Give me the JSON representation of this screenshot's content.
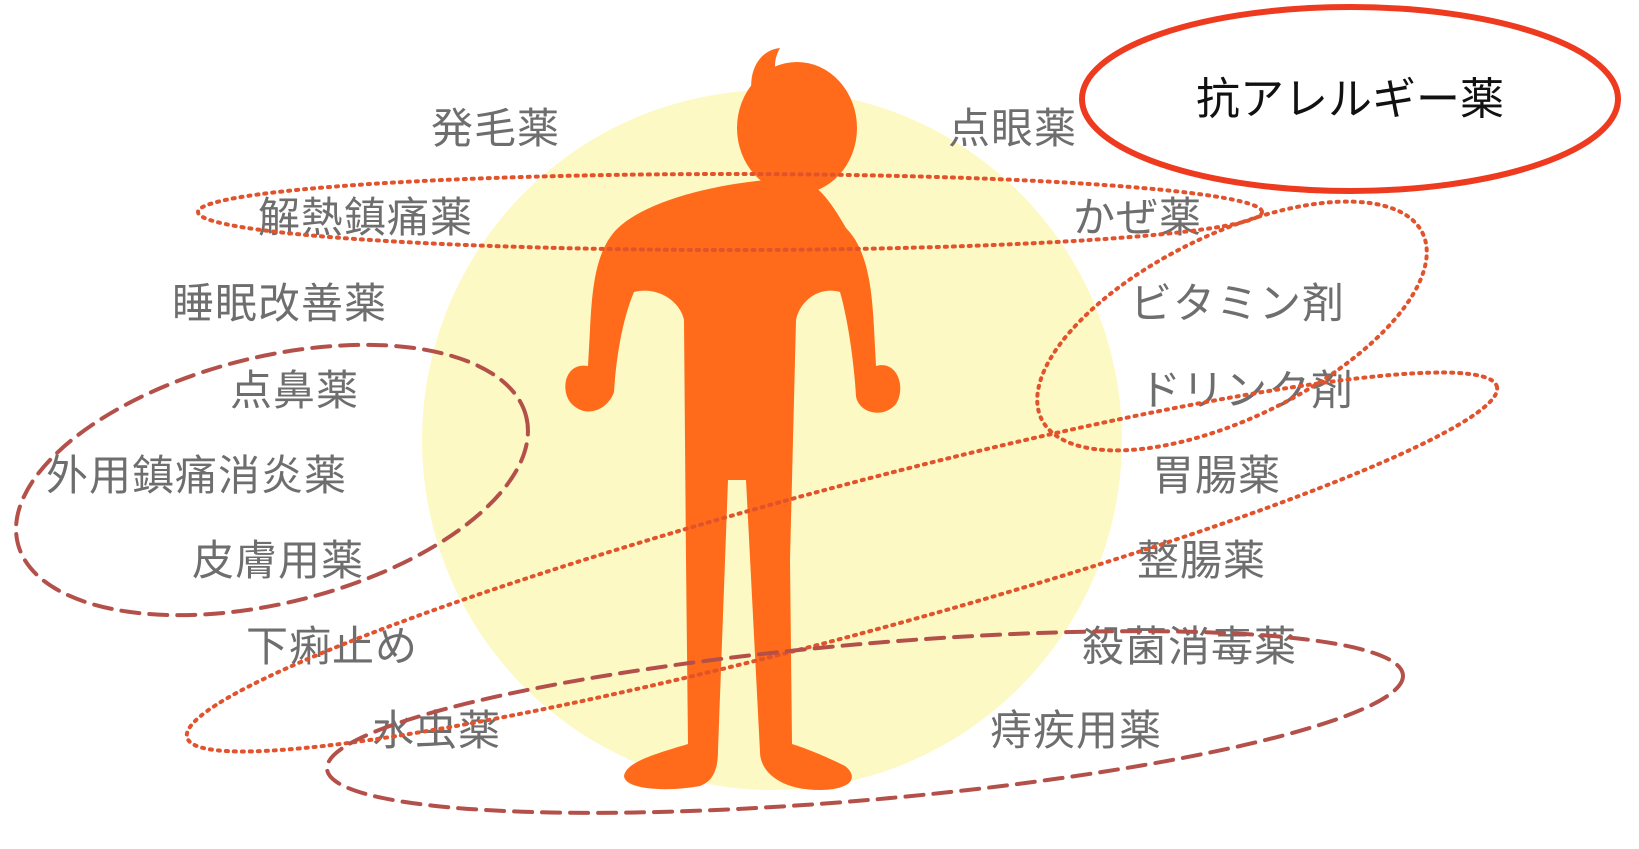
{
  "colors": {
    "background_circle": "#fdf9c4",
    "figure": "#ff6b1a",
    "dotted_outline": "#e0532d",
    "dashed_outline": "#b4504a",
    "callout_outline": "#ee3a1f",
    "label_text": "#6e6e6e",
    "callout_text": "#111111"
  },
  "callout": {
    "text": "抗アレルギー薬"
  },
  "labels": {
    "hatsumo": "発毛薬",
    "tengan": "点眼薬",
    "genetsu": "解熱鎮痛薬",
    "kaze": "かぜ薬",
    "suimin": "睡眠改善薬",
    "vitamin": "ビタミン剤",
    "tenbi": "点鼻薬",
    "drink": "ドリンク剤",
    "gaiyou": "外用鎮痛消炎薬",
    "ichou": "胃腸薬",
    "hifu": "皮膚用薬",
    "seichou": "整腸薬",
    "geri": "下痢止め",
    "sakkin": "殺菌消毒薬",
    "mizumushi": "水虫薬",
    "jishitsu": "痔疾用薬"
  }
}
